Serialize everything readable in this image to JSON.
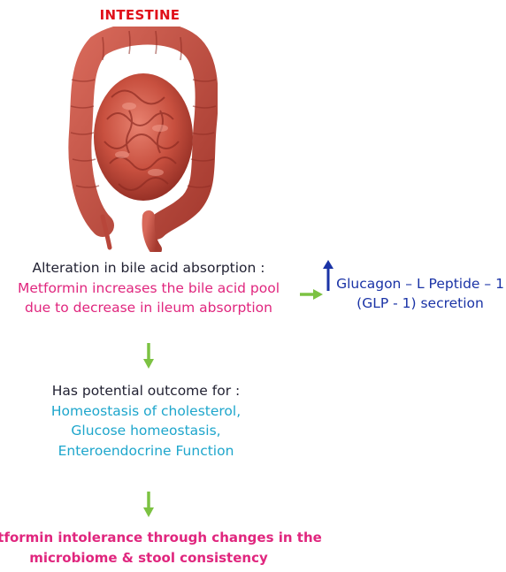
{
  "illustration": {
    "title": "INTESTINE",
    "icon": "intestine-illustration-icon"
  },
  "block1": {
    "line1": "Alteration in bile acid absorption :",
    "line2": "Metformin increases the bile acid pool",
    "line3": "due to decrease in ileum absorption"
  },
  "side": {
    "line1": "Glucagon – L Peptide – 1",
    "line2": "(GLP - 1) secretion"
  },
  "block2": {
    "line1": "Has potential outcome for :",
    "line2": "Homeostasis of cholesterol,",
    "line3": "Glucose homeostasis,",
    "line4": "Enteroendocrine Function"
  },
  "block3": {
    "line1": "Metformin intolerance through changes in the",
    "line2": "microbiome & stool consistency"
  },
  "colors": {
    "title": "#e0101a",
    "pink": "#e0267e",
    "cyan": "#1ea6cc",
    "navy": "#1a33a6",
    "arrow_green": "#7cc242",
    "intestine": "#c8503f"
  }
}
